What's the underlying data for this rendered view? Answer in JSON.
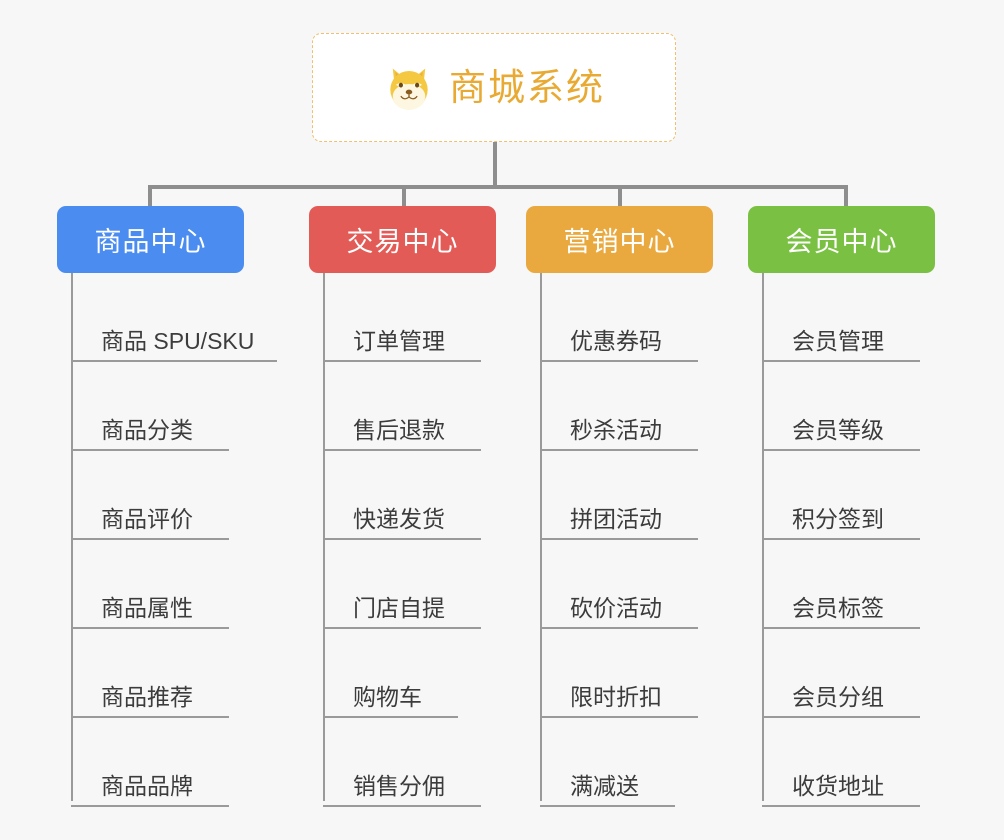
{
  "background_color": "#f7f7f7",
  "root": {
    "title": "商城系统",
    "icon": "shiba-dog-face-emoji",
    "title_color": "#e8aa33",
    "border_color": "#f0c070",
    "fill_color": "#ffffff"
  },
  "connector_color": "#8e8e8e",
  "columns": [
    {
      "header": "商品中心",
      "color": "#4a8cf0",
      "underline_widths": [
        206,
        158,
        158,
        158,
        158,
        158
      ],
      "items": [
        "商品 SPU/SKU",
        "商品分类",
        "商品评价",
        "商品属性",
        "商品推荐",
        "商品品牌"
      ]
    },
    {
      "header": "交易中心",
      "color": "#e35b57",
      "underline_widths": [
        158,
        158,
        158,
        158,
        135,
        158
      ],
      "items": [
        "订单管理",
        "售后退款",
        "快递发货",
        "门店自提",
        "购物车",
        "销售分佣"
      ]
    },
    {
      "header": "营销中心",
      "color": "#eaa93f",
      "underline_widths": [
        158,
        158,
        158,
        158,
        158,
        135
      ],
      "items": [
        "优惠券码",
        "秒杀活动",
        "拼团活动",
        "砍价活动",
        "限时折扣",
        "满减送"
      ]
    },
    {
      "header": "会员中心",
      "color": "#7ac143",
      "underline_widths": [
        158,
        158,
        158,
        158,
        158,
        158
      ],
      "items": [
        "会员管理",
        "会员等级",
        "积分签到",
        "会员标签",
        "会员分组",
        "收货地址"
      ]
    }
  ]
}
